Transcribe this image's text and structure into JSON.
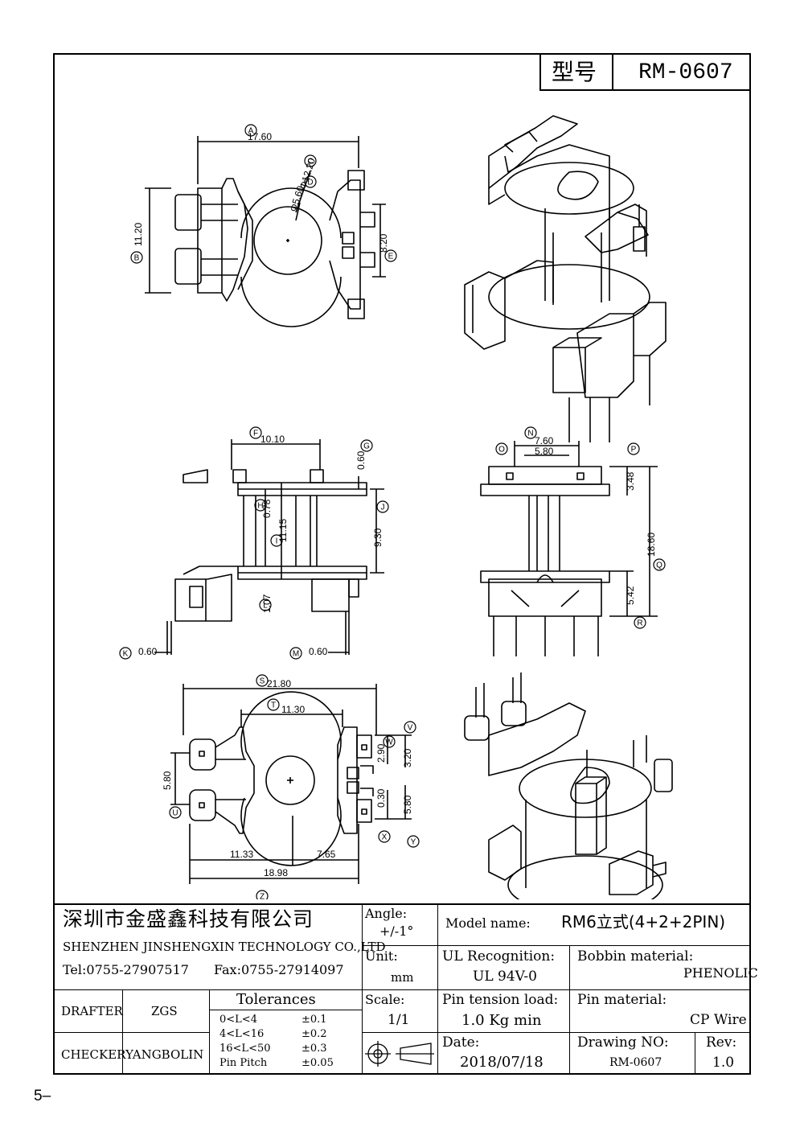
{
  "header": {
    "model_label": "型号",
    "model_value": "RM-0607"
  },
  "dims": {
    "top": {
      "A": "17.60",
      "C": "Φ12.20",
      "D": "Φ5.60",
      "B": "11.20",
      "E": "8.20"
    },
    "side": {
      "F": "10.10",
      "G": "0.60",
      "H": "0.78",
      "I": "11.15",
      "J": "9.30",
      "L": "1.07",
      "K": "0.60",
      "M": "0.60"
    },
    "front": {
      "N": "7.60",
      "N2": "5.80",
      "P": "3.48",
      "Q": "18.60",
      "R": "5.42"
    },
    "bottom": {
      "S": "21.80",
      "T": "11.30",
      "U": "5.80",
      "V": "3.20",
      "W": "2.90",
      "X": "0.30",
      "Y": "5.80",
      "Z": "18.98",
      "Z1": "11.33",
      "Z2": "7.65"
    }
  },
  "labels": [
    "A",
    "B",
    "C",
    "D",
    "E",
    "F",
    "G",
    "H",
    "I",
    "J",
    "K",
    "L",
    "M",
    "N",
    "O",
    "P",
    "Q",
    "R",
    "S",
    "T",
    "U",
    "V",
    "W",
    "X",
    "Y",
    "Z"
  ],
  "title_block": {
    "company_cn": "深圳市金盛鑫科技有限公司",
    "company_en": "SHENZHEN JINSHENGXIN TECHNOLOGY CO.,LTD",
    "tel": "Tel:0755-27907517",
    "fax": "Fax:0755-27914097",
    "angle_label": "Angle:",
    "angle_value": "+/-1°",
    "unit_label": "Unit:",
    "unit_value": "mm",
    "scale_label": "Scale:",
    "scale_value": "1/1",
    "model_name_label": "Model name:",
    "model_name_value": "RM6立式(4+2+2PIN)",
    "ul_label": "UL Recognition:",
    "ul_value": "UL 94V-0",
    "bobbin_label": "Bobbin material:",
    "bobbin_value": "PHENOLIC",
    "pin_tension_label": "Pin tension load:",
    "pin_tension_value": "1.0 Kg min",
    "pin_material_label": "Pin material:",
    "pin_material_value": "CP Wire",
    "date_label": "Date:",
    "date_value": "2018/07/18",
    "drawing_no_label": "Drawing NO:",
    "drawing_no_value": "RM-0607",
    "rev_label": "Rev:",
    "rev_value": "1.0",
    "drafter_label": "DRAFTER",
    "drafter_value": "ZGS",
    "checker_label": "CHECKER",
    "checker_value": "YANGBOLIN",
    "tolerances_title": "Tolerances",
    "tolerances": [
      {
        "range": "0<L<4",
        "tol": "±0.1"
      },
      {
        "range": "4<L<16",
        "tol": "±0.2"
      },
      {
        "range": "16<L<50",
        "tol": "±0.3"
      },
      {
        "range": "Pin Pitch",
        "tol": "±0.05"
      }
    ]
  },
  "page_number": "5–"
}
